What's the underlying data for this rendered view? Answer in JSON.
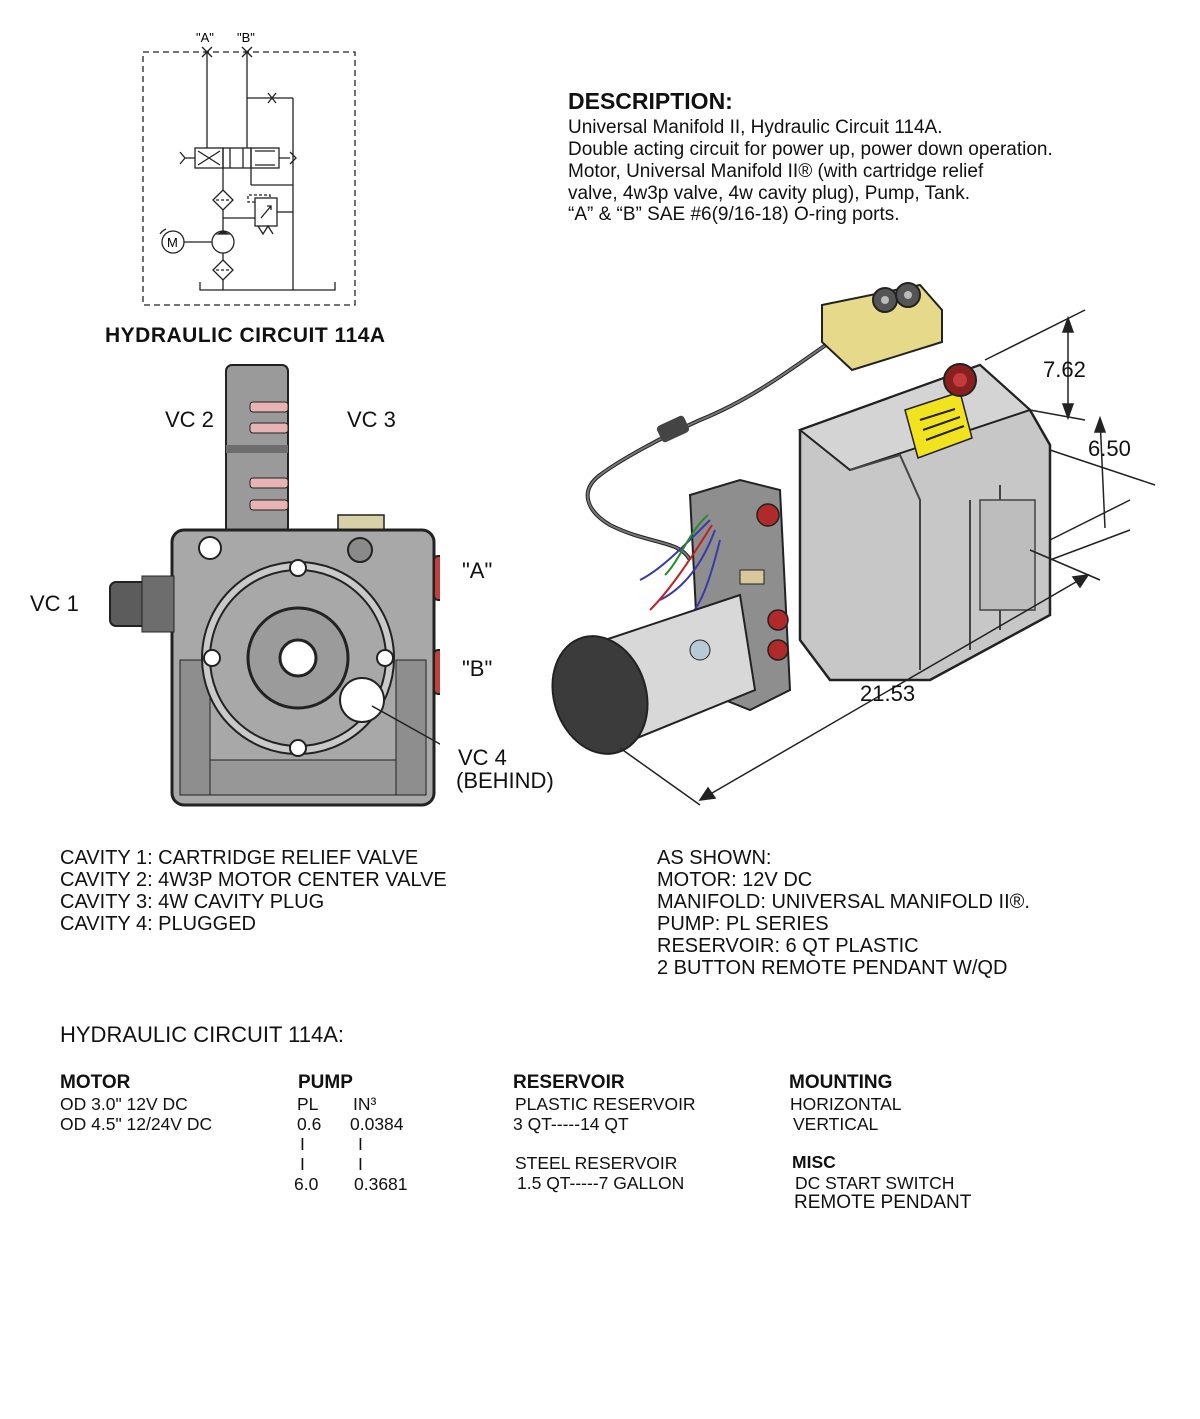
{
  "description": {
    "title": "DESCRIPTION:",
    "lines": [
      "Universal Manifold II, Hydraulic Circuit 114A.",
      "Double acting circuit for power up, power down operation.",
      "Motor, Universal Manifold II® (with cartridge relief",
      "valve, 4w3p valve, 4w cavity plug), Pump, Tank.",
      "“A” & “B” SAE #6(9/16-18) O-ring ports."
    ]
  },
  "schematic": {
    "port_a": "\"A\"",
    "port_b": "\"B\"",
    "motor_symbol": "M",
    "caption": "HYDRAULIC CIRCUIT  114A"
  },
  "manifold_view": {
    "vc1": "VC 1",
    "vc2": "VC 2",
    "vc3": "VC 3",
    "vc4": "VC 4",
    "vc4_note": "(BEHIND)",
    "port_a": "\"A\"",
    "port_b": "\"B\""
  },
  "dimensions": {
    "height": "7.62",
    "width": "6.50",
    "length": "21.53"
  },
  "cavities": [
    "CAVITY 1: CARTRIDGE RELIEF VALVE",
    "CAVITY 2: 4W3P MOTOR CENTER VALVE",
    "CAVITY 3: 4W CAVITY PLUG",
    "CAVITY 4: PLUGGED"
  ],
  "as_shown": [
    "AS SHOWN:",
    "MOTOR: 12V DC",
    "MANIFOLD: UNIVERSAL MANIFOLD II®.",
    "PUMP: PL SERIES",
    "RESERVOIR: 6 QT PLASTIC",
    "2 BUTTON REMOTE PENDANT W/QD"
  ],
  "options_title": "HYDRAULIC CIRCUIT 114A:",
  "options": {
    "motor": {
      "heading": "MOTOR",
      "items": [
        "OD 3.0\" 12V DC",
        "OD 4.5\" 12/24V DC"
      ]
    },
    "pump": {
      "heading": "PUMP",
      "col1_head": "PL",
      "col2_head": "IN³",
      "min_pl": "0.6",
      "min_in3": "0.0384",
      "bar": "I",
      "max_pl": "6.0",
      "max_in3": "0.3681"
    },
    "reservoir": {
      "heading": "RESERVOIR",
      "items": [
        "PLASTIC RESERVOIR",
        "3 QT-----14 QT",
        "STEEL RESERVOIR",
        "1.5 QT-----7 GALLON"
      ]
    },
    "mounting": {
      "heading": "MOUNTING",
      "items": [
        "HORIZONTAL",
        "VERTICAL"
      ]
    },
    "misc": {
      "heading": "MISC",
      "items": [
        "DC START SWITCH",
        "REMOTE PENDANT"
      ]
    }
  }
}
